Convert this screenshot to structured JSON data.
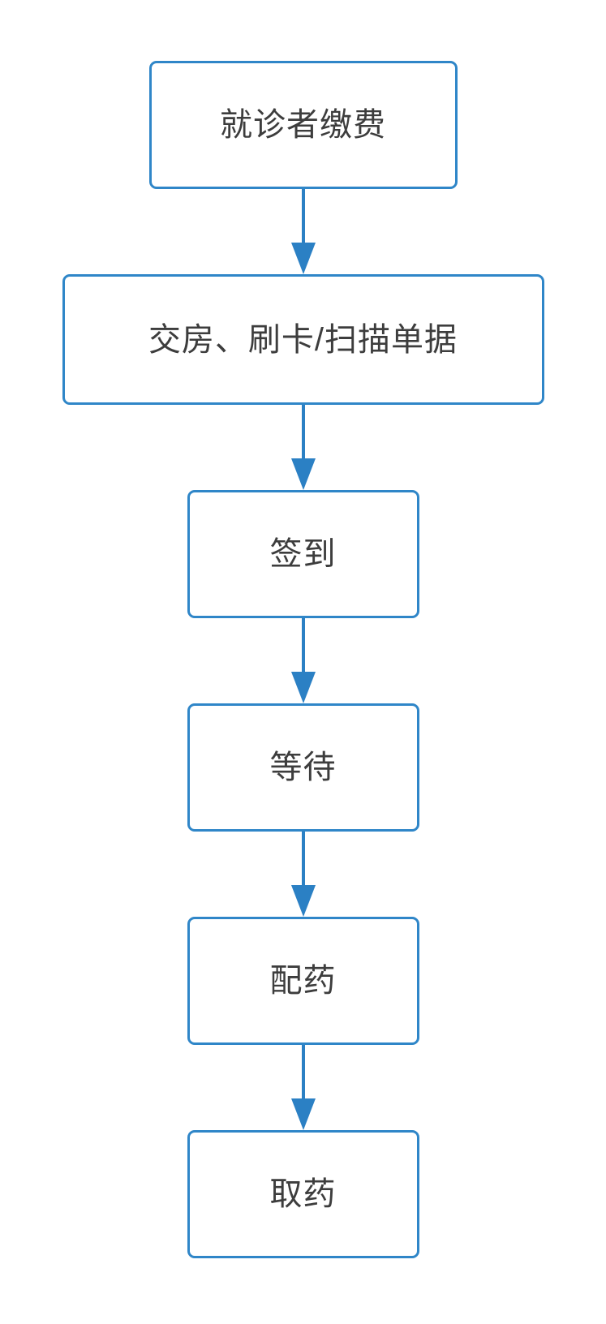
{
  "figure": {
    "type": "flowchart",
    "orientation": "top-to-bottom",
    "background_color": "#ffffff"
  },
  "colors": {
    "node_border": "#2f86c8",
    "node_fill": "#ffffff",
    "arrow": "#2b80c4",
    "label_text": "#3d3d3d"
  },
  "nodes": [
    {
      "id": "n1",
      "label": "就诊者缴费"
    },
    {
      "id": "n2",
      "label": "交房、刷卡/扫描单据"
    },
    {
      "id": "n3",
      "label": "签到"
    },
    {
      "id": "n4",
      "label": "等待"
    },
    {
      "id": "n5",
      "label": "配药"
    },
    {
      "id": "n6",
      "label": "取药"
    }
  ],
  "edges": [
    {
      "from": "n1",
      "to": "n2",
      "direction": "down"
    },
    {
      "from": "n2",
      "to": "n3",
      "direction": "down"
    },
    {
      "from": "n3",
      "to": "n4",
      "direction": "down"
    },
    {
      "from": "n4",
      "to": "n5",
      "direction": "down"
    },
    {
      "from": "n5",
      "to": "n6",
      "direction": "down"
    }
  ]
}
